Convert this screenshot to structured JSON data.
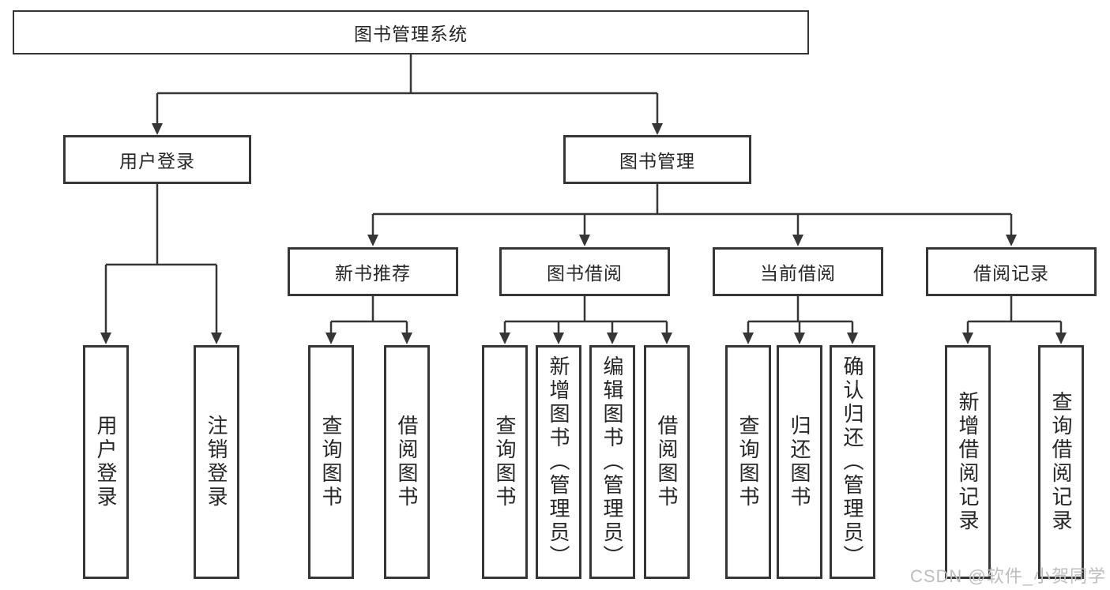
{
  "colors": {
    "line": "#363636",
    "box_border": "#363636",
    "box_fill": "#ffffff",
    "text": "#262626",
    "watermark": "#bdbdbd",
    "background": "#ffffff"
  },
  "watermark": "CSDN @软件_小贺同学",
  "diagram": {
    "type": "tree",
    "root": {
      "label": "图书管理系统"
    },
    "branches": [
      {
        "label": "用户登录",
        "children": [
          {
            "label": "用户登录"
          },
          {
            "label": "注销登录"
          }
        ]
      },
      {
        "label": "图书管理",
        "children": [
          {
            "label": "新书推荐",
            "children": [
              {
                "label": "查询图书"
              },
              {
                "label": "借阅图书"
              }
            ]
          },
          {
            "label": "图书借阅",
            "children": [
              {
                "label": "查询图书"
              },
              {
                "label": "新增图书（管理员）"
              },
              {
                "label": "编辑图书（管理员）"
              },
              {
                "label": "借阅图书"
              }
            ]
          },
          {
            "label": "当前借阅",
            "children": [
              {
                "label": "查询图书"
              },
              {
                "label": "归还图书"
              },
              {
                "label": "确认归还（管理员）"
              }
            ]
          },
          {
            "label": "借阅记录",
            "children": [
              {
                "label": "新增借阅记录"
              },
              {
                "label": "查询借阅记录"
              }
            ]
          }
        ]
      }
    ]
  }
}
